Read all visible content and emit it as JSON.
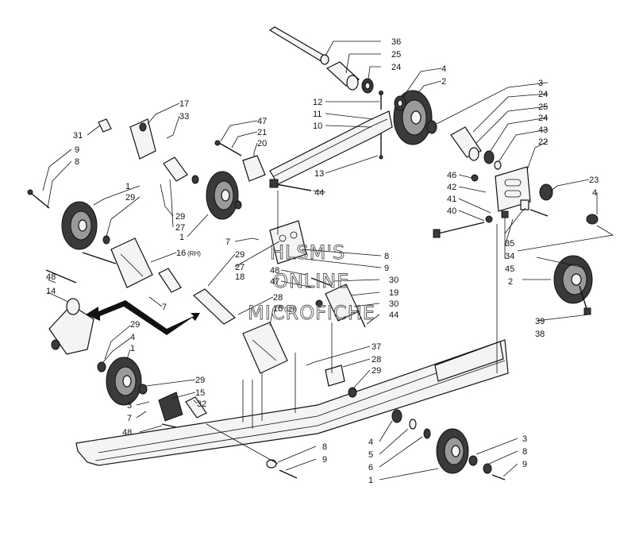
{
  "watermark": {
    "line1": "HLSM'S",
    "line2": "ONLINE",
    "line3": "MICROFICHE"
  },
  "callouts": {
    "c36": "36",
    "c25a": "25",
    "c24a": "24",
    "c4a": "4",
    "c2a": "2",
    "c12": "12",
    "c11": "11",
    "c10": "10",
    "c3a": "3",
    "c24b": "24",
    "c25b": "25",
    "c24c": "24",
    "c43": "43",
    "c22": "22",
    "c17": "17",
    "c33": "33",
    "c47a": "47",
    "c21": "21",
    "c20": "20",
    "c31": "31",
    "c9a": "9",
    "c8a": "8",
    "c13": "13",
    "c44a": "44",
    "c46": "46",
    "c42": "42",
    "c41": "41",
    "c40": "40",
    "c23": "23",
    "c4b": "4",
    "c1a": "1",
    "c29a": "29",
    "c29b": "29",
    "c27a": "27",
    "c1b": "1",
    "c7a": "7",
    "c29c": "29",
    "c27b": "27",
    "c18": "18",
    "c8b": "8",
    "c9b": "9",
    "c48a": "48",
    "c47b": "47",
    "c30a": "30",
    "c19": "19",
    "c30b": "30",
    "c44b": "44",
    "c35": "35",
    "c34": "34",
    "c45": "45",
    "c2b": "2",
    "c16rh": "16",
    "c16rh_sfx": "(RH)",
    "c48b": "48",
    "c14": "14",
    "c7b": "7",
    "c28a": "28",
    "c16lh": "16",
    "c16lh_sfx": "(LH)",
    "c39": "39",
    "c38": "38",
    "c29d": "29",
    "c4c": "4",
    "c1c": "1",
    "c37": "37",
    "c28b": "28",
    "c29e": "29",
    "c29f": "29",
    "c15": "15",
    "c3b": "3",
    "c32": "32",
    "c7c": "7",
    "c48c": "48",
    "c4d": "4",
    "c5": "5",
    "c6": "6",
    "c1d": "1",
    "c3c": "3",
    "c8c": "8",
    "c9c": "9",
    "c8d": "8",
    "c9d": "9"
  }
}
